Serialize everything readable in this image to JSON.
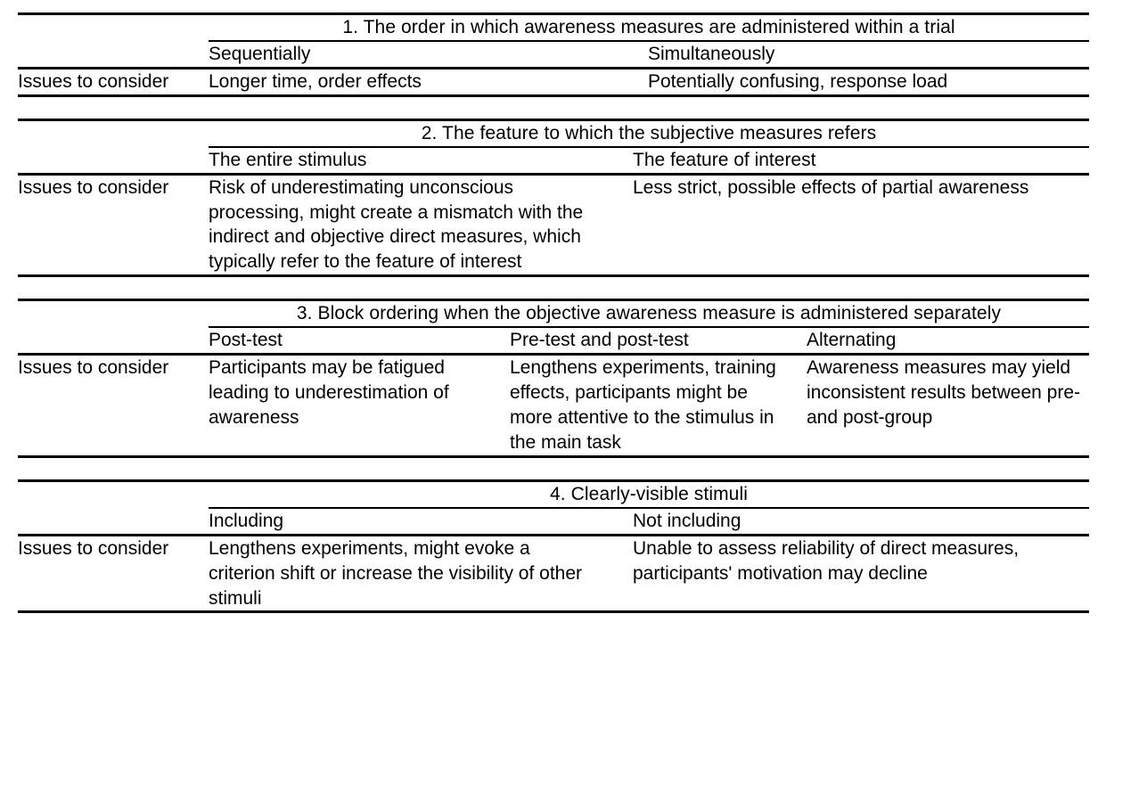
{
  "document": {
    "type": "academic-table",
    "issues_label": "Issues to consider"
  },
  "sections": [
    {
      "id": "section-1",
      "title": "1. The order in which awareness measures are administered within a trial",
      "columns": [
        "Sequentially",
        "Simultaneously"
      ],
      "issues": [
        "Longer time, order effects",
        "Potentially confusing, response load"
      ]
    },
    {
      "id": "section-2",
      "title": "2. The feature to which the subjective measures refers",
      "columns": [
        "The entire stimulus",
        "The feature of interest"
      ],
      "issues": [
        "Risk of underestimating unconscious processing, might create a mismatch with the indirect and objective direct measures, which typically refer to the feature of interest",
        "Less strict, possible effects of partial awareness"
      ]
    },
    {
      "id": "section-3",
      "title": "3. Block ordering when the objective awareness measure is administered separately",
      "columns": [
        "Post-test",
        "Pre-test and post-test",
        "Alternating"
      ],
      "issues": [
        "Participants may be fatigued leading to underestimation of awareness",
        "Lengthens experiments, training effects, participants might be more attentive to the stimulus in the main task",
        "Awareness measures may yield inconsistent results between pre- and post-group"
      ]
    },
    {
      "id": "section-4",
      "title": "4. Clearly-visible stimuli",
      "columns": [
        "Including",
        "Not including"
      ],
      "issues": [
        "Lengthens experiments, might evoke a criterion shift or increase the visibility of other stimuli",
        "Unable to assess reliability of direct measures, participants' motivation may decline"
      ]
    }
  ]
}
